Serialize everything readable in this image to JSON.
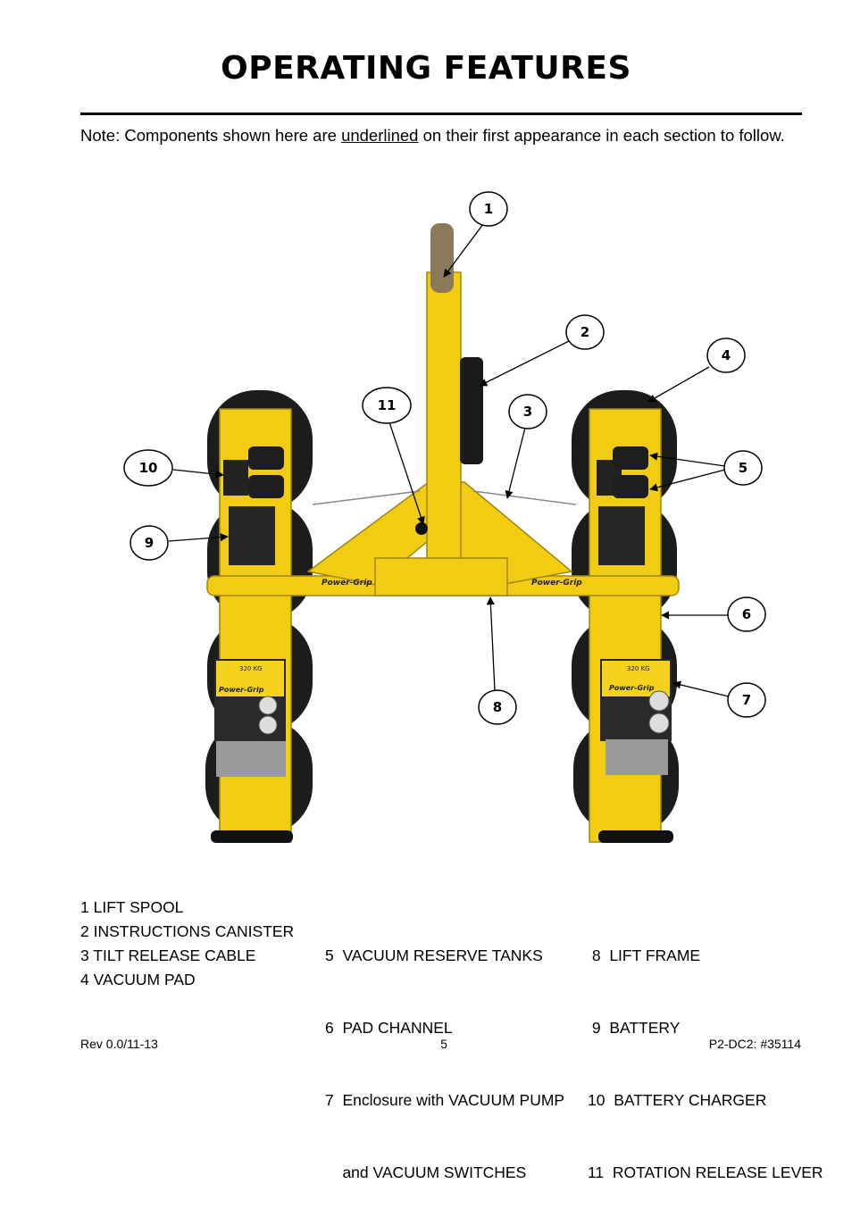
{
  "header": {
    "title": "OPERATING FEATURES"
  },
  "note": {
    "prefix": "Note:  Components shown here are ",
    "underlined": "underlined",
    "suffix": " on their first appearance in each section to follow."
  },
  "figure": {
    "device_labels": {
      "brand": "Power-Grip",
      "capacity": "320 KG"
    },
    "callouts": [
      "1",
      "2",
      "3",
      "4",
      "5",
      "6",
      "7",
      "8",
      "9",
      "10",
      "11"
    ]
  },
  "legend": {
    "col1": [
      "1  LIFT SPOOL",
      "2  INSTRUCTIONS CANISTER",
      "3  TILT RELEASE CABLE",
      "4  VACUUM PAD"
    ],
    "col2": [
      "5  VACUUM RESERVE TANKS",
      "6  PAD CHANNEL",
      "7  Enclosure with VACUUM PUMP",
      "    and VACUUM SWITCHES"
    ],
    "col3": [
      " 8  LIFT FRAME",
      " 9  BATTERY",
      "10  BATTERY CHARGER",
      "11  ROTATION RELEASE LEVER"
    ]
  },
  "footer": {
    "left": "Rev 0.0/11-13",
    "center": "5",
    "right": "P2-DC2: #35114"
  },
  "colors": {
    "frame_yellow": "#f2cc13",
    "pad_black": "#1c1c1c",
    "enclosure": "#2a2a2a"
  }
}
